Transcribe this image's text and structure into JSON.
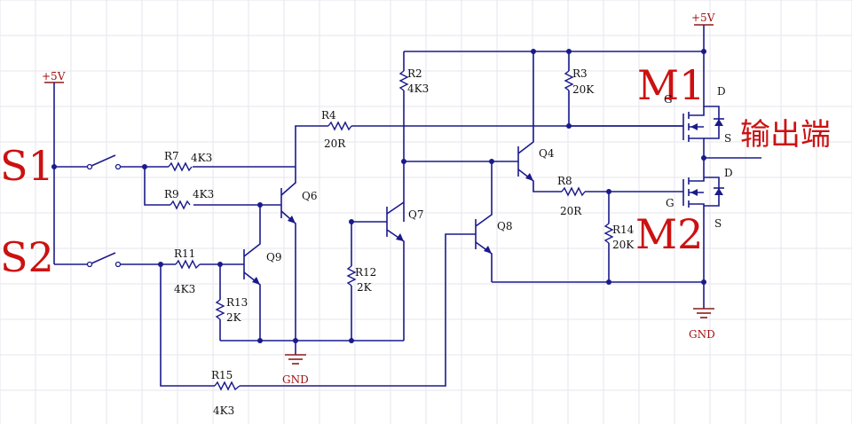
{
  "inputs": {
    "s1": "S1",
    "s2": "S2"
  },
  "mosfets": {
    "m1": "M1",
    "m2": "M2",
    "drain": "D",
    "source": "S",
    "gate": "G"
  },
  "output_label": "输出端",
  "power": {
    "vcc_top": "+5V",
    "vcc_left": "+5V",
    "gnd_bottom": "GND",
    "gnd_right": "GND"
  },
  "resistors": {
    "r2": {
      "name": "R2",
      "value": "4K3"
    },
    "r3": {
      "name": "R3",
      "value": "20K"
    },
    "r4": {
      "name": "R4",
      "value": "20R"
    },
    "r7": {
      "name": "R7",
      "value": "4K3"
    },
    "r8": {
      "name": "R8",
      "value": "20R"
    },
    "r9": {
      "name": "R9",
      "value": "4K3"
    },
    "r11": {
      "name": "R11",
      "value": "4K3"
    },
    "r12": {
      "name": "R12",
      "value": "2K"
    },
    "r13": {
      "name": "R13",
      "value": "2K"
    },
    "r14": {
      "name": "R14",
      "value": "20K"
    },
    "r15": {
      "name": "R15",
      "value": "4K3"
    }
  },
  "transistors": {
    "q4": "Q4",
    "q6": "Q6",
    "q7": "Q7",
    "q8": "Q8",
    "q9": "Q9"
  }
}
